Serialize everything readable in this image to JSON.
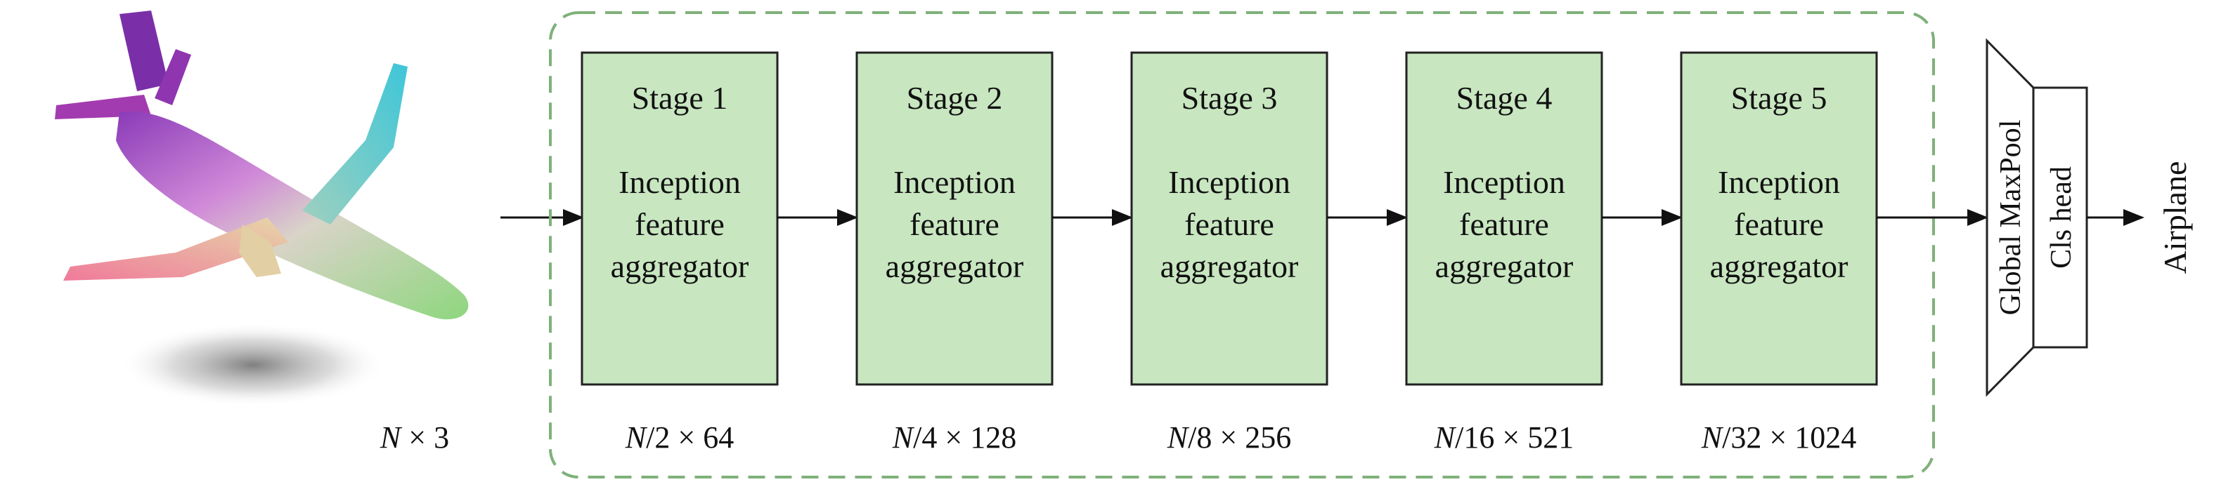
{
  "input": {
    "dim_var": "N",
    "dim_rest": " × 3"
  },
  "stages": [
    {
      "title": "Stage 1",
      "lines": [
        "Inception",
        "feature",
        "aggregator"
      ],
      "dim_var": "N",
      "dim_rest": "/2 × 64"
    },
    {
      "title": "Stage 2",
      "lines": [
        "Inception",
        "feature",
        "aggregator"
      ],
      "dim_var": "N",
      "dim_rest": "/4 × 128"
    },
    {
      "title": "Stage 3",
      "lines": [
        "Inception",
        "feature",
        "aggregator"
      ],
      "dim_var": "N",
      "dim_rest": "/8 × 256"
    },
    {
      "title": "Stage 4",
      "lines": [
        "Inception",
        "feature",
        "aggregator"
      ],
      "dim_var": "N",
      "dim_rest": "/16 × 521"
    },
    {
      "title": "Stage 5",
      "lines": [
        "Inception",
        "feature",
        "aggregator"
      ],
      "dim_var": "N",
      "dim_rest": "/32 × 1024"
    }
  ],
  "pool": {
    "label": "Global MaxPool"
  },
  "head": {
    "label": "Cls head"
  },
  "output": {
    "label": "Airplane"
  },
  "colors": {
    "stage_fill": "#c8e6c0",
    "stage_stroke": "#222222",
    "dashed_border": "#7fb17a",
    "arrow": "#111111"
  }
}
